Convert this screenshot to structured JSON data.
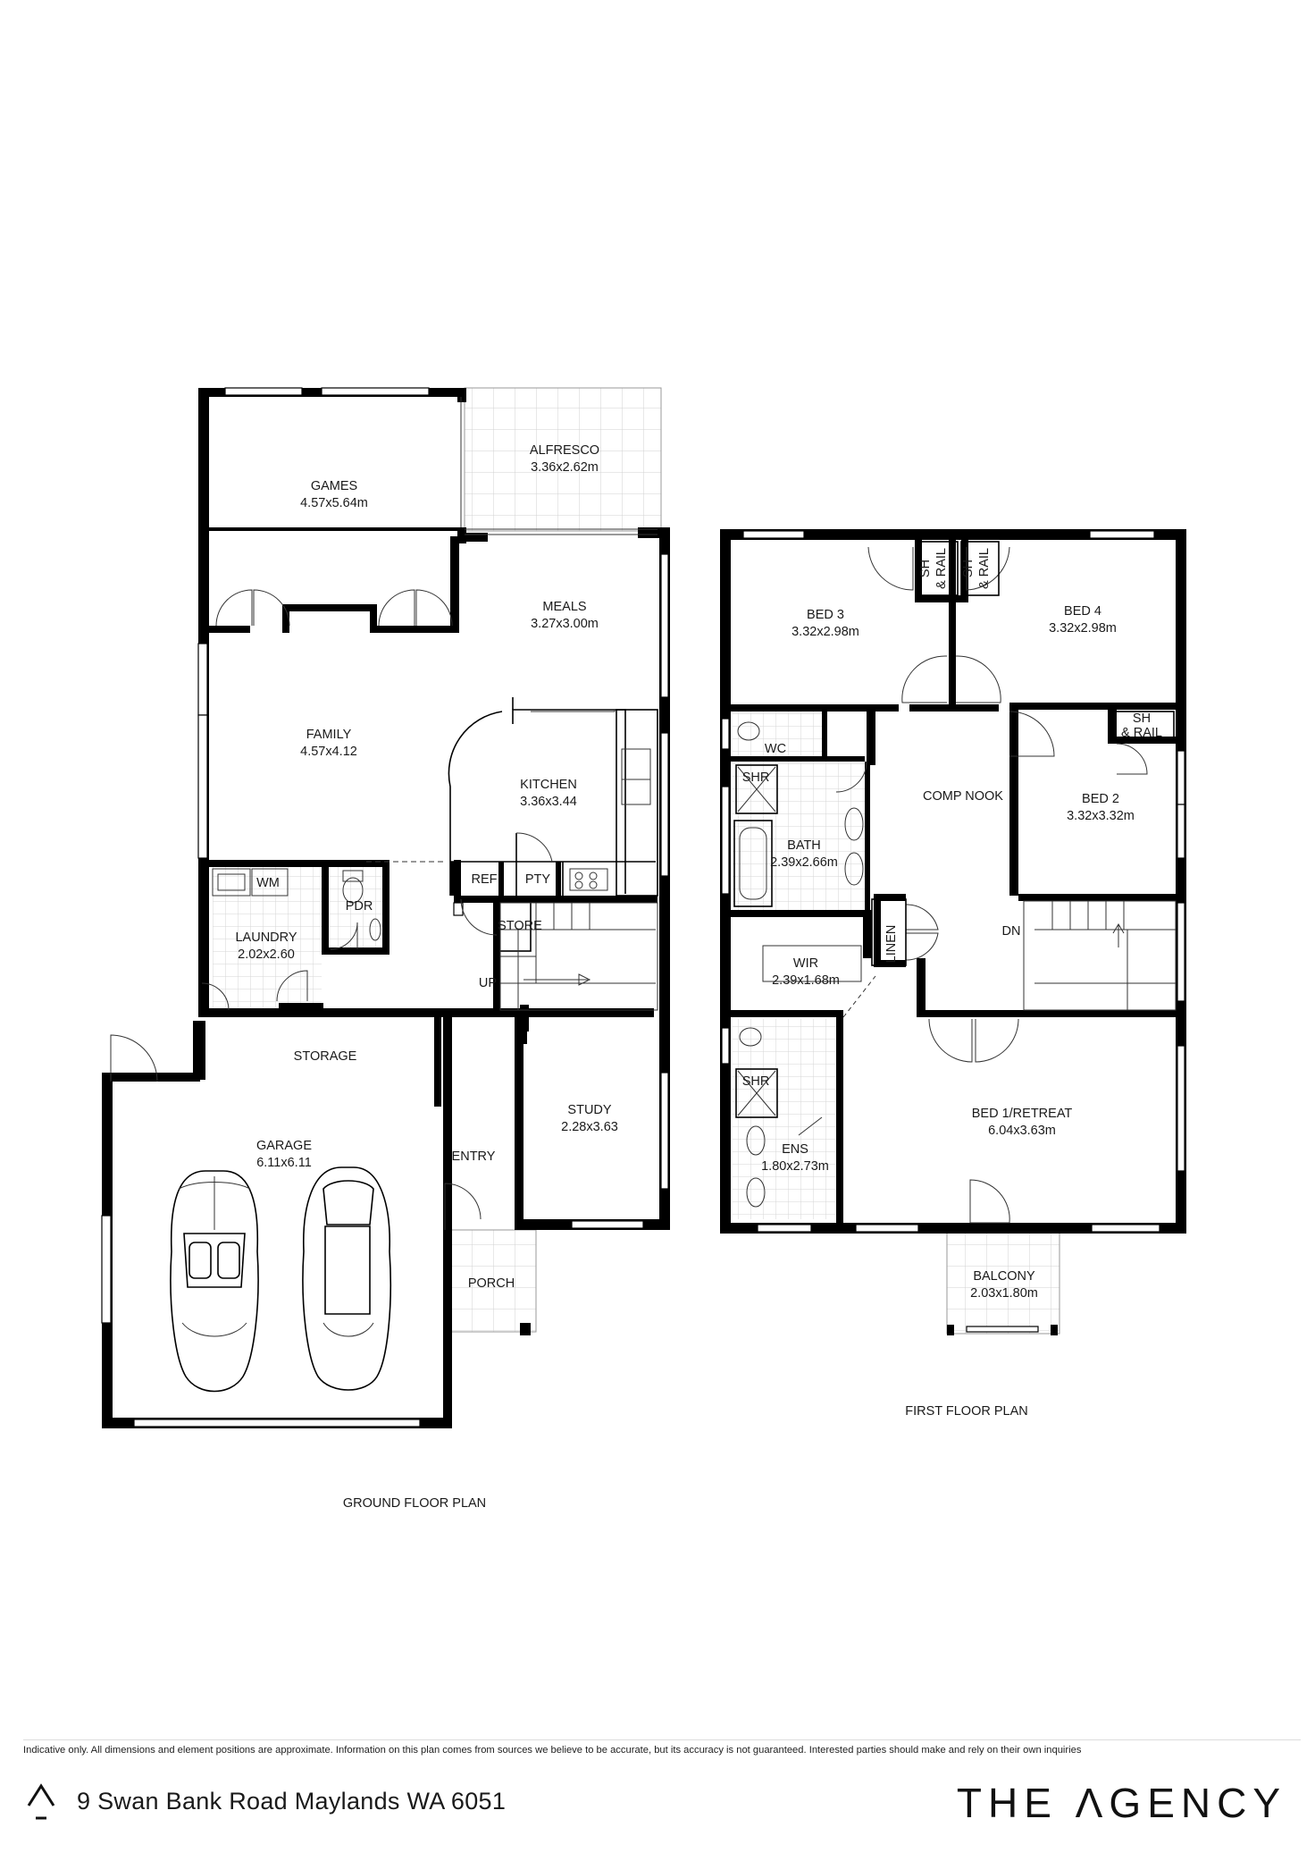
{
  "ground_floor": {
    "title": "GROUND FLOOR PLAN",
    "rooms": {
      "games": {
        "name": "GAMES",
        "size": "4.57x5.64m"
      },
      "alfresco": {
        "name": "ALFRESCO",
        "size": "3.36x2.62m"
      },
      "meals": {
        "name": "MEALS",
        "size": "3.27x3.00m"
      },
      "family": {
        "name": "FAMILY",
        "size": "4.57x4.12"
      },
      "kitchen": {
        "name": "KITCHEN",
        "size": "3.36x3.44"
      },
      "laundry": {
        "name": "LAUNDRY",
        "size": "2.02x2.60"
      },
      "garage": {
        "name": "GARAGE",
        "size": "6.11x6.11"
      },
      "study": {
        "name": "STUDY",
        "size": "2.28x3.63"
      }
    },
    "labels": {
      "wm": "WM",
      "pdr": "PDR",
      "ref": "REF",
      "pty": "PTY",
      "store": "STORE",
      "up": "UP",
      "storage": "STORAGE",
      "entry": "ENTRY",
      "porch": "PORCH"
    }
  },
  "first_floor": {
    "title": "FIRST FLOOR PLAN",
    "rooms": {
      "bed3": {
        "name": "BED 3",
        "size": "3.32x2.98m"
      },
      "bed4": {
        "name": "BED 4",
        "size": "3.32x2.98m"
      },
      "bed2": {
        "name": "BED 2",
        "size": "3.32x3.32m"
      },
      "bath": {
        "name": "BATH",
        "size": "2.39x2.66m"
      },
      "wir": {
        "name": "WIR",
        "size": "2.39x1.68m"
      },
      "ens": {
        "name": "ENS",
        "size": "1.80x2.73m"
      },
      "bed1": {
        "name": "BED 1/RETREAT",
        "size": "6.04x3.63m"
      },
      "balcony": {
        "name": "BALCONY",
        "size": "2.03x1.80m"
      }
    },
    "labels": {
      "sh": "SH",
      "rail": "& RAIL",
      "sh_rail": "SH\n& RAIL",
      "wc": "WC",
      "shr": "SHR",
      "comp_nook": "COMP NOOK",
      "linen": "LINEN",
      "dn": "DN"
    }
  },
  "footer": {
    "disclaimer": "Indicative only. All dimensions and element positions are approximate. Information on this plan comes from sources we believe to be accurate, but its accuracy is not guaranteed. Interested parties should make and rely on their own inquiries",
    "address": "9 Swan Bank Road Maylands WA 6051",
    "brand": "THE ΛGENCY"
  }
}
